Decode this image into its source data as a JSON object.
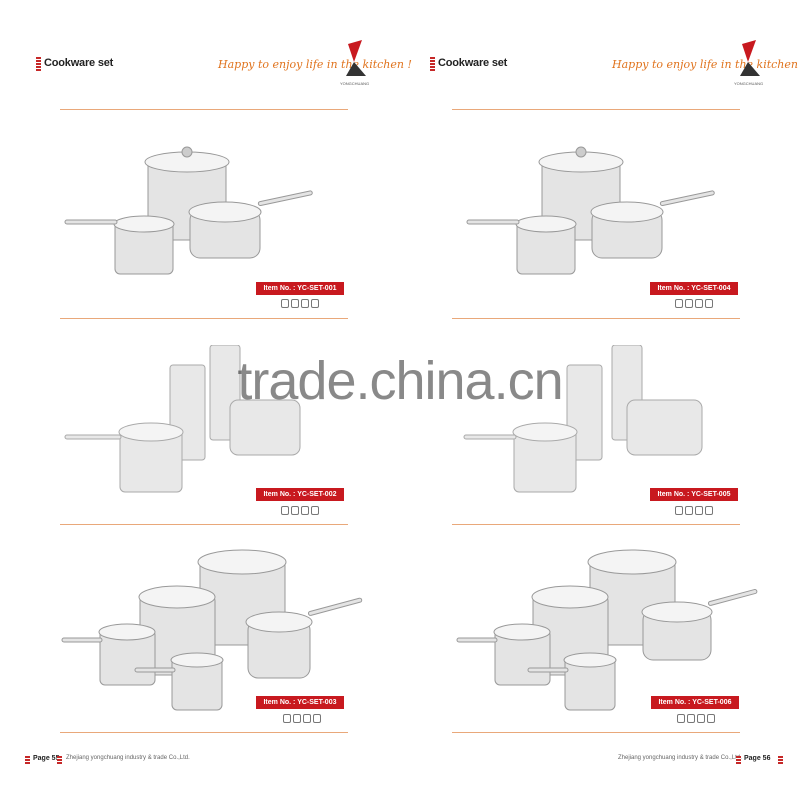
{
  "header": {
    "title": "Cookware set",
    "slogan": "Happy to enjoy life in the kitchen !",
    "logo_text": "YONGCHUANG"
  },
  "pages": [
    {
      "page_label": "Page 55",
      "company": "Zhejiang yongchuang industry & trade Co.,Ltd.",
      "items": [
        "Item No. : YC-SET-001",
        "Item No. : YC-SET-002",
        "Item No. : YC-SET-003"
      ]
    },
    {
      "page_label": "Page 56",
      "company": "Zhejiang yongchuang industry & trade Co.,Ltd.",
      "items": [
        "Item No. : YC-SET-004",
        "Item No. : YC-SET-005",
        "Item No. : YC-SET-006"
      ]
    }
  ],
  "watermark": "trade.china.cn",
  "colors": {
    "accent": "#c8191f",
    "rule": "#e9a87a",
    "slogan": "#e0731d"
  }
}
